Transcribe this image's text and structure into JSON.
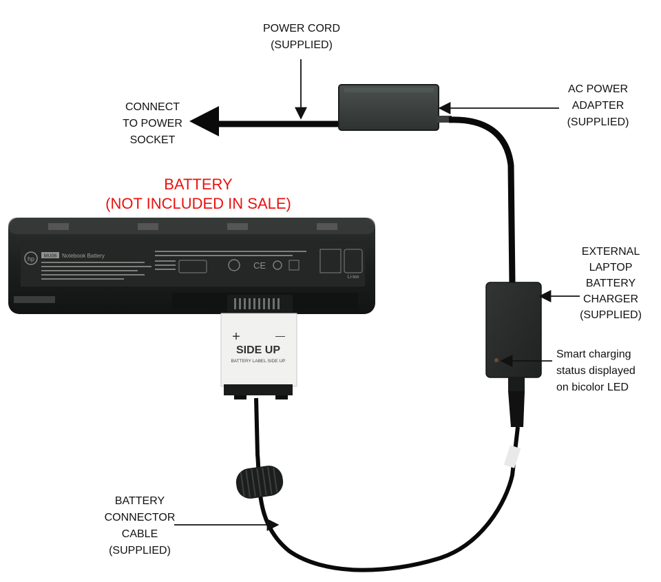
{
  "labels": {
    "power_cord": [
      "POWER CORD",
      "(SUPPLIED)"
    ],
    "connect_socket": [
      "CONNECT",
      "TO POWER",
      "SOCKET"
    ],
    "ac_adapter": [
      "AC POWER",
      "ADAPTER",
      "(SUPPLIED)"
    ],
    "battery_title": [
      "BATTERY",
      "(NOT INCLUDED IN SALE)"
    ],
    "external_charger": [
      "EXTERNAL",
      "LAPTOP",
      "BATTERY",
      "CHARGER",
      "(SUPPLIED)"
    ],
    "smart_charging": [
      "Smart charging",
      "status displayed",
      "on bicolor LED"
    ],
    "connector_cable": [
      "BATTERY",
      "CONNECTOR",
      "CABLE",
      "(SUPPLIED)"
    ]
  },
  "battery_label": {
    "model": "MU06",
    "name": "Notebook Battery",
    "chemistry": "Li-ion"
  },
  "connector_tag": {
    "plus": "+",
    "minus": "—",
    "side_up": "SIDE UP",
    "sub": "BATTERY LABEL SIDE UP"
  },
  "colors": {
    "label_red": "#e8120e",
    "device_dark": "#2a2d2c",
    "cable_black": "#0a0a0a"
  }
}
